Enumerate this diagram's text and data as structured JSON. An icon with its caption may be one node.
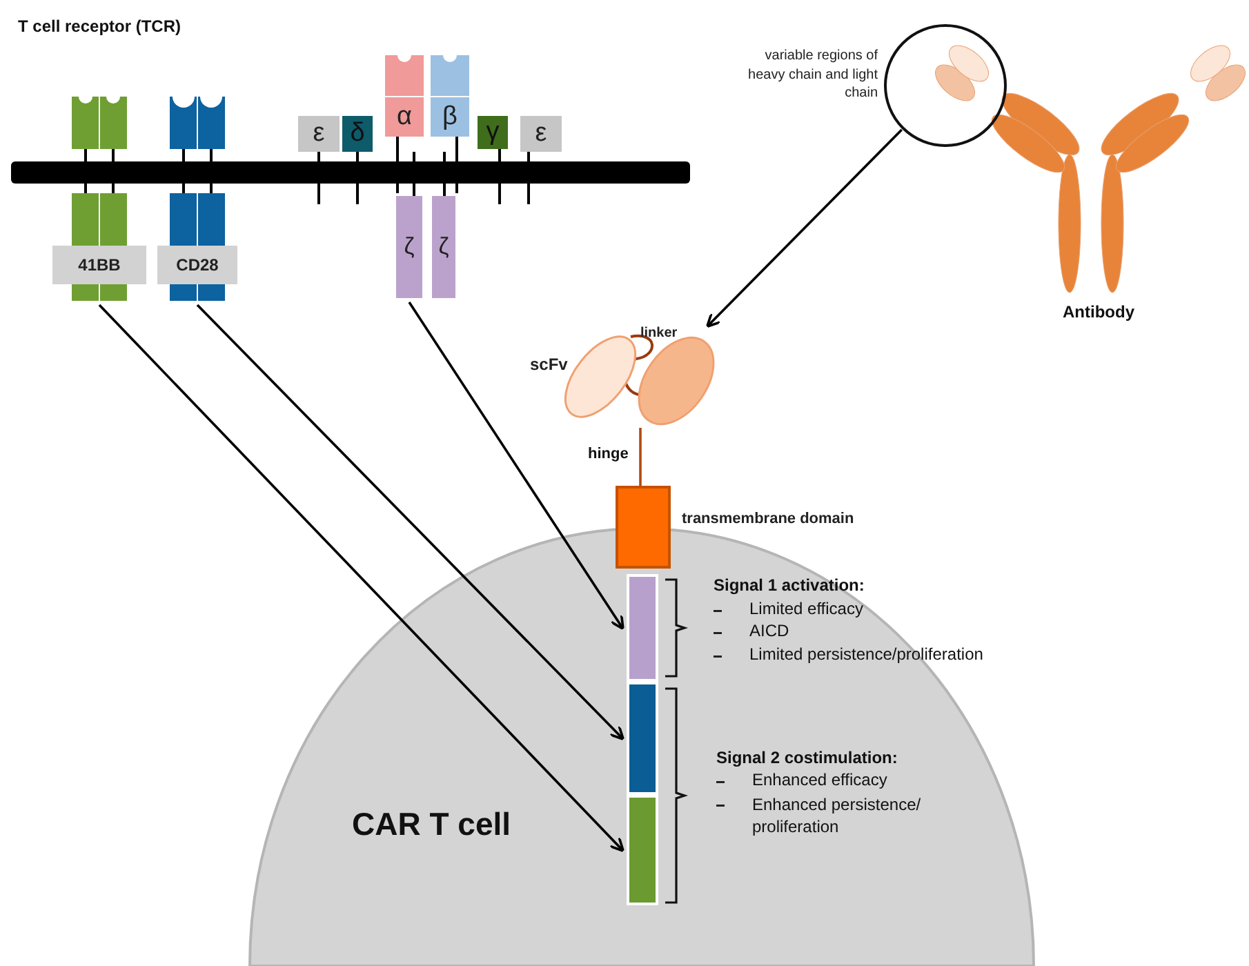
{
  "diagram": {
    "nodes": [
      {
        "text": [
          "41BB"
        ]
      },
      {
        "text": [
          "CD28"
        ]
      },
      {
        "text": [
          "ε"
        ]
      },
      {
        "text": [
          "δ"
        ]
      },
      {
        "text": [
          "α"
        ]
      },
      {
        "text": [
          "β"
        ]
      },
      {
        "text": [
          "γ"
        ]
      },
      {
        "text": [
          "ε"
        ]
      },
      {
        "text": [
          "ζ"
        ]
      },
      {
        "text": [
          "ζ"
        ]
      },
      {
        "text": [],
        "shape": "circle",
        "beside": [
          "variable regions of heavy chain and light chain"
        ]
      },
      {
        "text": [],
        "shape": "picture",
        "beside": [
          "scFv",
          "linker"
        ]
      },
      {
        "text": [],
        "shape": "box",
        "beside": [
          "transmembrane domain"
        ]
      },
      {
        "text": [
          "CAR T cell"
        ]
      },
      {
        "text": [],
        "shape": "bar",
        "in": 13
      },
      {
        "text": [],
        "shape": "bar",
        "in": 13
      },
      {
        "text": [],
        "shape": "bar",
        "in": 13
      }
    ],
    "edges": [
      {
        "from": 8,
        "to": 14,
        "arrow": "to"
      },
      {
        "from": 1,
        "to": 15,
        "arrow": "to"
      },
      {
        "from": 0,
        "to": 16,
        "arrow": "to"
      },
      {
        "from": 10,
        "to": 11,
        "arrow": "to"
      },
      {
        "from": 11,
        "to": 12,
        "arrow": "none",
        "label": "hinge",
        "color": "#b04a10"
      }
    ],
    "labels": [
      "T cell receptor (TCR)",
      "Antibody",
      "Signal 1 activation:",
      "Limited efficacy",
      "AICD",
      "Limited persistence/proliferation",
      "Signal 2 costimulation:",
      "Enhanced efficacy",
      "Enhanced persistence/ proliferation"
    ]
  }
}
